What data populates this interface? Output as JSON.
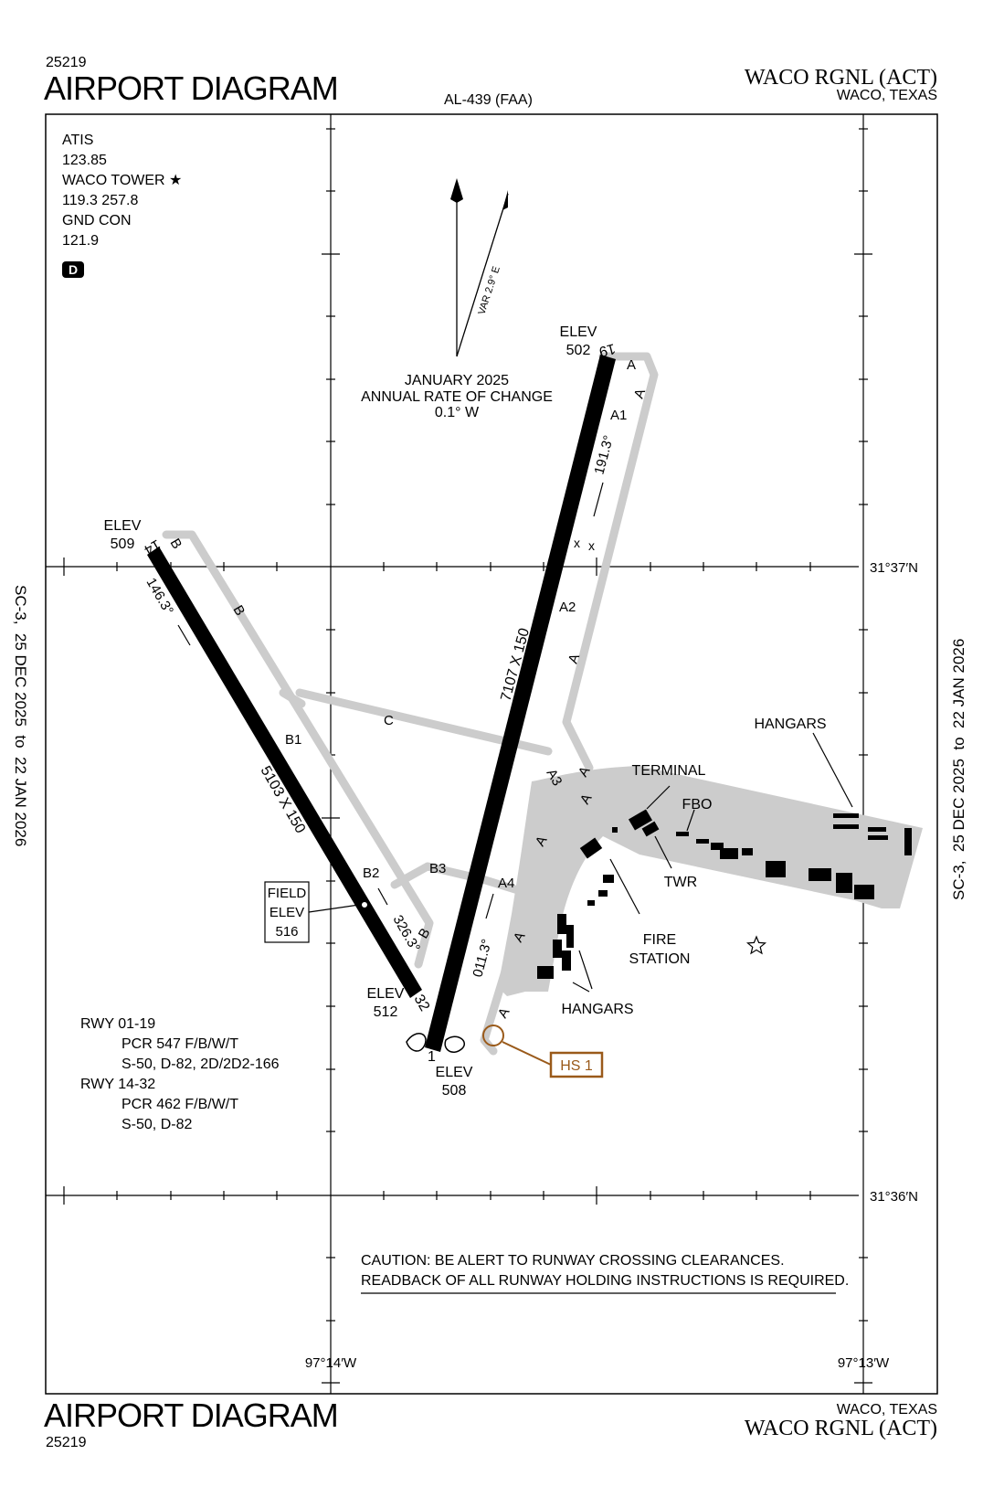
{
  "header": {
    "code": "25219",
    "title": "AIRPORT DIAGRAM",
    "procedure": "AL-439 (FAA)",
    "airport": "WACO RGNL (ACT)",
    "city": "WACO, TEXAS"
  },
  "footer": {
    "code": "25219",
    "title": "AIRPORT DIAGRAM",
    "city": "WACO, TEXAS",
    "airport": "WACO RGNL (ACT)"
  },
  "side": {
    "left": "SC-3,  25 DEC 2025  to  22 JAN 2026",
    "right": "SC-3,  25 DEC 2025  to  22 JAN 2026"
  },
  "comms": {
    "atis_label": "ATIS",
    "atis_freq": "123.85",
    "tower_label": "WACO TOWER ★",
    "tower_freq": "119.3 257.8",
    "gnd_label": "GND CON",
    "gnd_freq": "121.9",
    "d_badge": "D"
  },
  "magvar": {
    "var": "VAR 2.9° E",
    "date": "JANUARY 2025",
    "rate_label": "ANNUAL RATE OF CHANGE",
    "rate": "0.1° W"
  },
  "coords": {
    "lat_north": "31°37′N",
    "lat_south": "31°36′N",
    "lon_west": "97°14′W",
    "lon_east": "97°13′W"
  },
  "runways": {
    "r19_elev_label": "ELEV",
    "r19_elev": "502",
    "r19_num": "19",
    "r01_num": "1",
    "r01_elev_label": "ELEV",
    "r01_elev": "508",
    "r01_19_dims": "7107 X 150",
    "r01_hdg": "011.3°",
    "r19_hdg": "191.3°",
    "r14_elev_label": "ELEV",
    "r14_elev": "509",
    "r14_num": "14",
    "r32_num": "32",
    "r32_elev_label": "ELEV",
    "r32_elev": "512",
    "r14_32_dims": "5103 X 150",
    "r14_hdg": "146.3°",
    "r32_hdg": "326.3°"
  },
  "taxiways": [
    "A",
    "A",
    "A1",
    "A",
    "A2",
    "A",
    "A",
    "A3",
    "A",
    "A",
    "A4",
    "A",
    "A",
    "B",
    "B",
    "B1",
    "B2",
    "B",
    "B3",
    "C"
  ],
  "field_elev": {
    "l1": "FIELD",
    "l2": "ELEV",
    "l3": "516"
  },
  "labels": {
    "hangars_ne": "HANGARS",
    "terminal": "TERMINAL",
    "fbo": "FBO",
    "twr": "TWR",
    "fire1": "FIRE",
    "fire2": "STATION",
    "hangars_s": "HANGARS",
    "hotspot": "HS 1",
    "x_marks": "x"
  },
  "rwy_info": {
    "rwy0119": "RWY 01-19",
    "pcr0119": "PCR 547 F/B/W/T",
    "wt0119": "S-50, D-82, 2D/2D2-166",
    "rwy1432": "RWY 14-32",
    "pcr1432": "PCR 462 F/B/W/T",
    "wt1432": "S-50, D-82"
  },
  "caution": {
    "line1": "CAUTION:  BE ALERT TO RUNWAY CROSSING CLEARANCES.",
    "line2": "READBACK OF ALL RUNWAY HOLDING INSTRUCTIONS IS REQUIRED."
  },
  "colors": {
    "hotspot": "#9a5a1a",
    "taxi": "#cccccc",
    "runway": "#000000"
  }
}
